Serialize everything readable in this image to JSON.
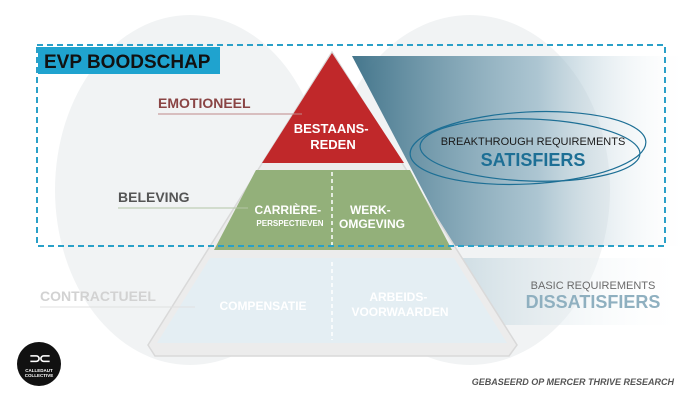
{
  "title": "EVP BOODSCHAP",
  "levels": {
    "emotioneel": "EMOTIONEEL",
    "beleving": "BELEVING",
    "contractueel": "CONTRACTUEEL"
  },
  "pyramid": {
    "top": [
      "BESTAANS-",
      "REDEN"
    ],
    "middle_left": [
      "CARRIÈRE-",
      "PERSPECTIEVEN"
    ],
    "middle_right": [
      "WERK-",
      "OMGEVING"
    ],
    "bottom_left": "COMPENSATIE",
    "bottom_right": [
      "ARBEIDS-",
      "VOORWAARDEN"
    ]
  },
  "satisfiers": {
    "sub": "BREAKTHROUGH REQUIREMENTS",
    "main": "SATISFIERS"
  },
  "dissatisfiers": {
    "sub": "BASIC REQUIREMENTS",
    "main": "DISSATISFIERS"
  },
  "source": "GEBASEERD OP MERCER THRIVE RESEARCH",
  "logo": {
    "line1": "CALLEDAUT",
    "line2": "COLLECTIVE"
  },
  "colors": {
    "title_bg": "#1fa3cf",
    "dashed_border": "#2aa0c8",
    "top_red": "#c0282a",
    "middle_green": "#93b07a",
    "bottom_ghost": "#e4eef3",
    "gradient_dark": "#3b6f86",
    "satisfiers_blue": "#1d6f95",
    "dissatisfiers_blue": "#8fb0c0"
  }
}
